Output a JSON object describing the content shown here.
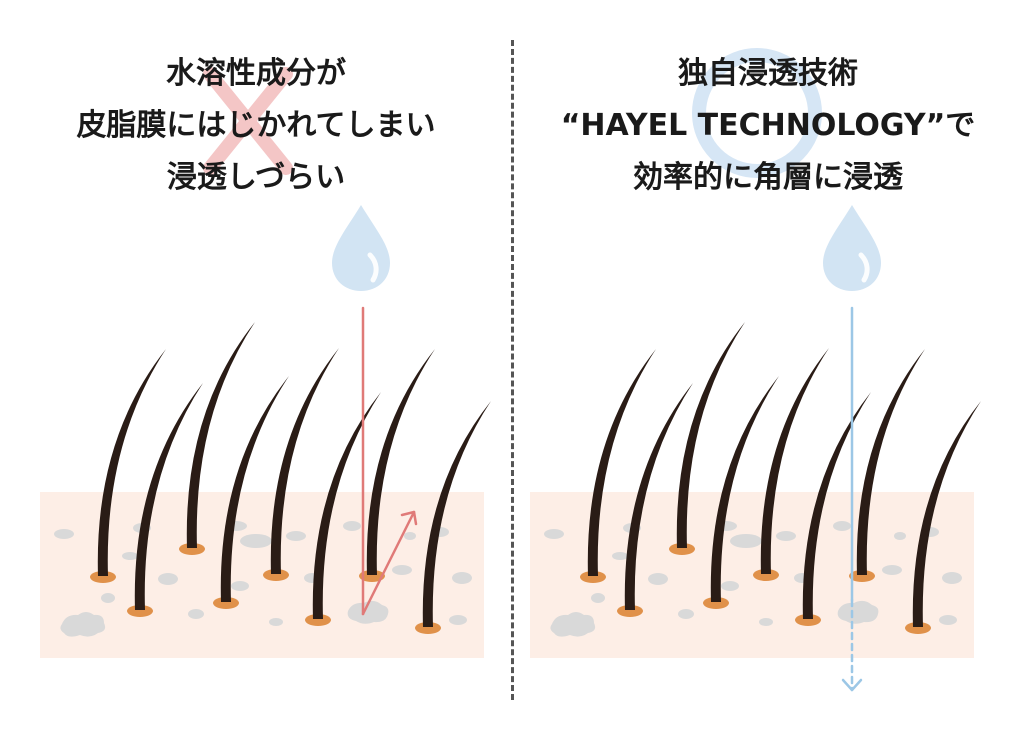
{
  "left_panel": {
    "caption_lines": [
      "水溶性成分が",
      "皮脂膜にはじかれてしまい",
      "浸透しづらい"
    ],
    "result_mark": "cross-mark",
    "arrow_color": "#e07a78"
  },
  "right_panel": {
    "caption_lines": [
      "独自浸透技術",
      "“HAYEL TECHNOLOGY”で",
      "効率的に角層に浸透"
    ],
    "result_mark": "circle-mark",
    "arrow_color": "#9cc7e6"
  },
  "colors": {
    "skin": "#fdeee6",
    "hair": "#2a1c16",
    "follicle": "#e0914a",
    "speckle": "#d9d9d9",
    "droplet": "#d2e4f3",
    "cross": "#f4c6c6",
    "circle": "#d6e6f5",
    "divider": "#555555"
  }
}
